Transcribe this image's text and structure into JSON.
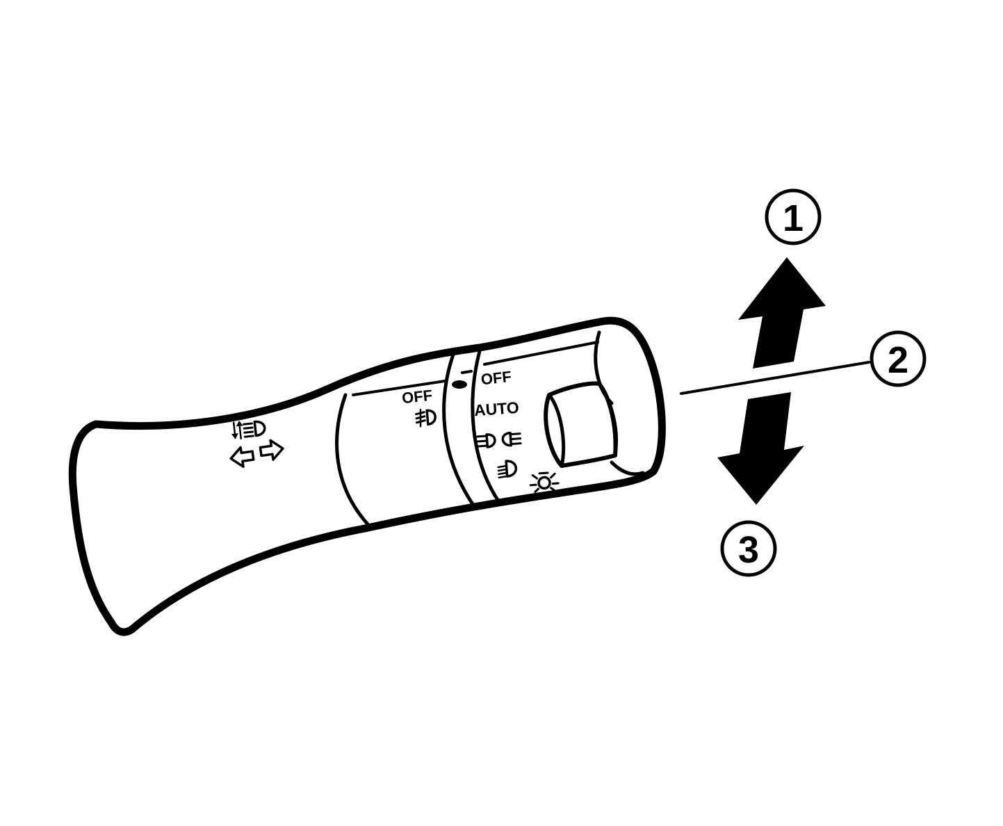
{
  "diagram": {
    "switch_labels": {
      "fog_off": "OFF",
      "headlight_off": "OFF",
      "headlight_auto": "AUTO"
    },
    "symbols": {
      "front_fog": "front-fog-light-icon",
      "headlight_highbeam_adjust": "headlight-beam-icon",
      "turn_signal_arrows": "turn-signal-arrows-icon",
      "position_lamp": "position-lamp-icon",
      "low_beam": "low-beam-headlight-icon",
      "parking_lamp": "parking-lamp-icon"
    },
    "callouts": [
      {
        "id": "1",
        "label": "1"
      },
      {
        "id": "2",
        "label": "2"
      },
      {
        "id": "3",
        "label": "3"
      }
    ],
    "colors": {
      "line": "#000000",
      "background": "#ffffff"
    }
  }
}
